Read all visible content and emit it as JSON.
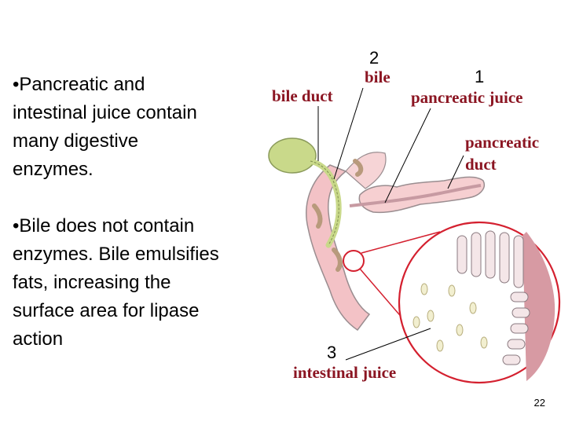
{
  "bullets": [
    "•Pancreatic and\nintestinal juice contain\nmany digestive\nenzymes.",
    "•Bile does not contain\nenzymes. Bile emulsifies\nfats, increasing the\nsurface area for lipase\naction"
  ],
  "labels": {
    "bile_duct": "bile duct",
    "bile": "bile",
    "pancreatic_juice": "pancreatic juice",
    "pancreatic_duct_line1": "pancreatic",
    "pancreatic_duct_line2": "duct",
    "intestinal_juice": "intestinal juice"
  },
  "numbers": {
    "n1": "1",
    "n2": "2",
    "n3": "3"
  },
  "page_number": "22",
  "colors": {
    "label": "#8b1522",
    "highlight": "#d4202f",
    "gallbladder": "#c9d98a",
    "pancreas": "#f3c9cb"
  }
}
